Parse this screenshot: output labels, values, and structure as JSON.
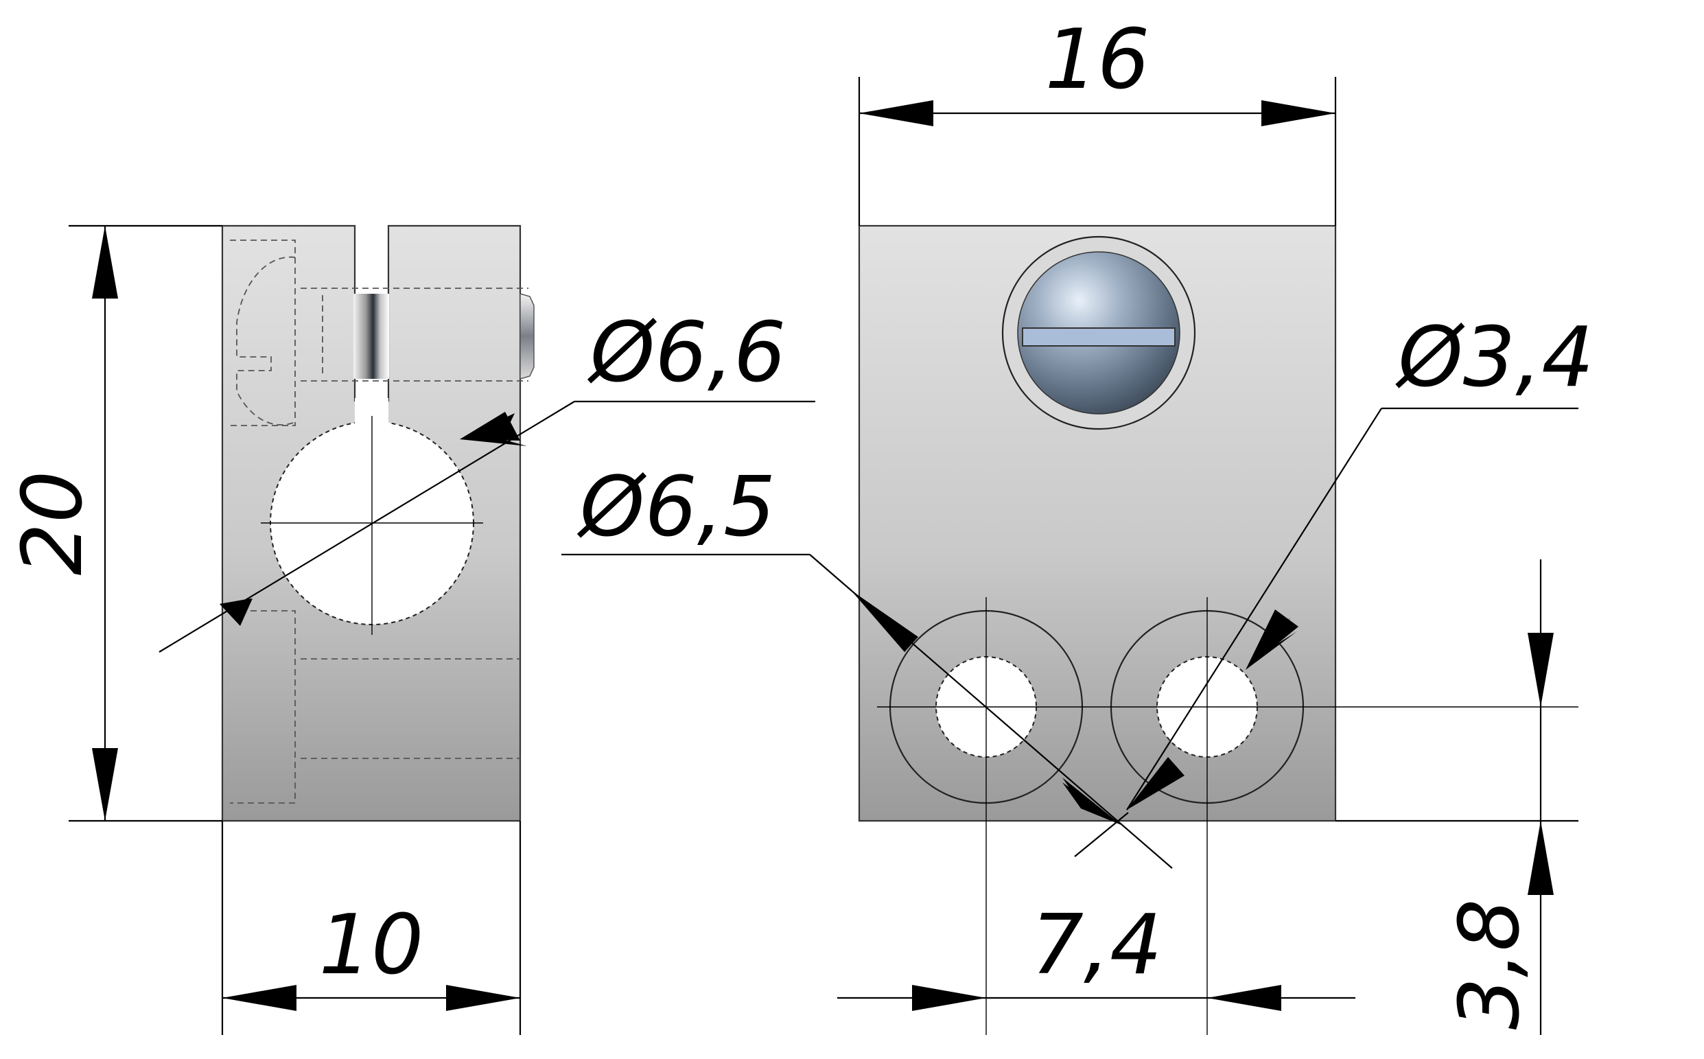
{
  "dimensions": {
    "side_height": "20",
    "side_width": "10",
    "front_width": "16",
    "clamp_bore": "Ø6,6",
    "counterbore": "Ø6,5",
    "through_hole": "Ø3,4",
    "hole_spacing": "7,4",
    "hole_offset": "3,8"
  },
  "colors": {
    "body_top": "#dedede",
    "body_bottom": "#9c9c9c",
    "screw_highlight": "#e6eef7",
    "screw_shadow": "#4f5f72",
    "line": "#000000"
  }
}
